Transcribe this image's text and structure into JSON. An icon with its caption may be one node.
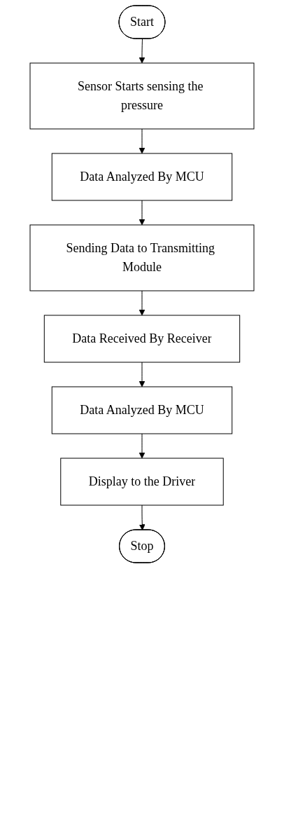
{
  "diagram": {
    "nodes": [
      {
        "text": [
          "Start"
        ]
      },
      {
        "text": [
          "Sensor Starts sensing the pressure"
        ]
      },
      {
        "text": [
          "Data Analyzed By MCU"
        ]
      },
      {
        "text": [
          "Sending Data to Transmitting Module"
        ]
      },
      {
        "text": [
          "Data Received By Receiver"
        ]
      },
      {
        "text": [
          "Data Analyzed By MCU"
        ]
      },
      {
        "text": [
          "Display to the Driver"
        ]
      },
      {
        "text": [
          "Stop"
        ]
      }
    ],
    "edges": [
      {
        "from": 0,
        "to": 1,
        "arrow": "to"
      },
      {
        "from": 1,
        "to": 2,
        "arrow": "to"
      },
      {
        "from": 2,
        "to": 3,
        "arrow": "to"
      },
      {
        "from": 3,
        "to": 4,
        "arrow": "to"
      },
      {
        "from": 4,
        "to": 5,
        "arrow": "to"
      },
      {
        "from": 5,
        "to": 6,
        "arrow": "to"
      },
      {
        "from": 6,
        "to": 7,
        "arrow": "to"
      }
    ]
  }
}
